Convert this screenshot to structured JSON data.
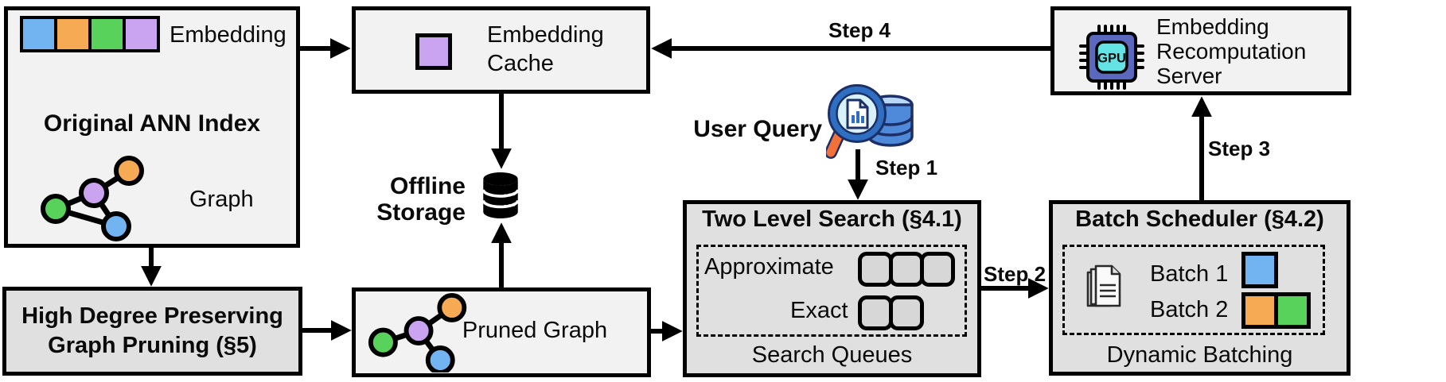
{
  "original_ann_index": {
    "embedding_label": "Embedding",
    "title": "Original ANN Index",
    "graph_label": "Graph"
  },
  "embedding_cache": {
    "label": "Embedding Cache"
  },
  "offline_storage": {
    "label": "Offline Storage"
  },
  "user_query": {
    "label": "User Query"
  },
  "embedding_recomputation_server": {
    "label": "Embedding Recomputation Server"
  },
  "high_degree_pruning": {
    "label": "High Degree Preserving Graph Pruning (§5)"
  },
  "pruned_graph": {
    "label": "Pruned Graph"
  },
  "two_level_search": {
    "title": "Two Level Search (§4.1)",
    "approximate_label": "Approximate",
    "exact_label": "Exact",
    "approximate_queue_count": 3,
    "exact_queue_count": 2,
    "caption": "Search Queues"
  },
  "batch_scheduler": {
    "title": "Batch Scheduler (§4.2)",
    "batch1_label": "Batch 1",
    "batch2_label": "Batch 2",
    "caption": "Dynamic Batching"
  },
  "steps": {
    "step1": "Step 1",
    "step2": "Step 2",
    "step3": "Step 3",
    "step4": "Step 4"
  },
  "icons": {
    "gpu_chip_text": "GPU"
  },
  "colors": {
    "node_blue": "#72B4F1",
    "node_orange": "#F6AA54",
    "node_green": "#58D25B",
    "node_purple": "#CBA4F1",
    "box_light_bg": "#F2F2F2",
    "box_dark_bg": "#E0E0E0",
    "outline": "#000000"
  }
}
